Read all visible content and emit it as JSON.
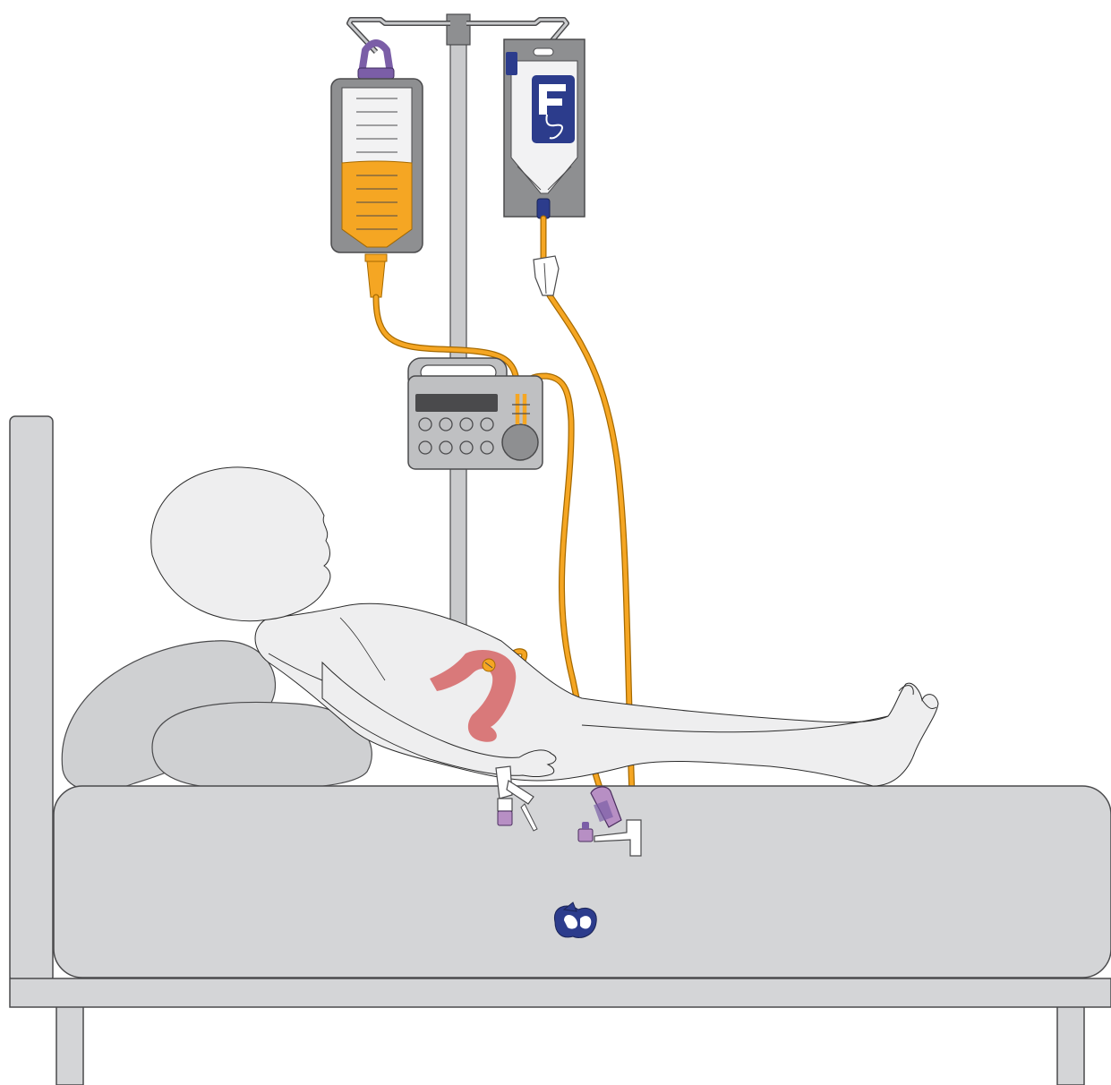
{
  "illustration": {
    "subject": "enteral-feeding-setup",
    "elements": [
      "hospital-bed",
      "patient",
      "pillows",
      "iv-pole",
      "feed-bag",
      "feed-pack",
      "feeding-pump",
      "stomach",
      "feeding-tube",
      "extension-set",
      "roller-clamp"
    ]
  },
  "pump": {
    "button_count": 8,
    "has_display": true,
    "has_rotary_knob": true
  },
  "feed_bag": {
    "fill_fraction": 0.6
  },
  "icons": {
    "feed_pack_logo": "letter-f-with-tube-logo"
  },
  "colors": {
    "background": "#ffffff",
    "bed": "#d4d5d7",
    "bed_outline": "#4a4a4c",
    "skin": "#eeeeef",
    "skin_outline": "#2b2b2b",
    "pillow": "#cfd0d2",
    "pole": "#c9cacc",
    "feed": "#f5a623",
    "tube": "#f5a623",
    "tube_outline": "#a66a00",
    "pump_body": "#bfc0c2",
    "pump_screen": "#4a4a4c",
    "stomach": "#d9797a",
    "purple": "#7b5ea7",
    "light_purple": "#b78fc4",
    "navy": "#2c3c8c",
    "bag_frame": "#8e8f91",
    "bag_inner": "#f2f2f3"
  }
}
